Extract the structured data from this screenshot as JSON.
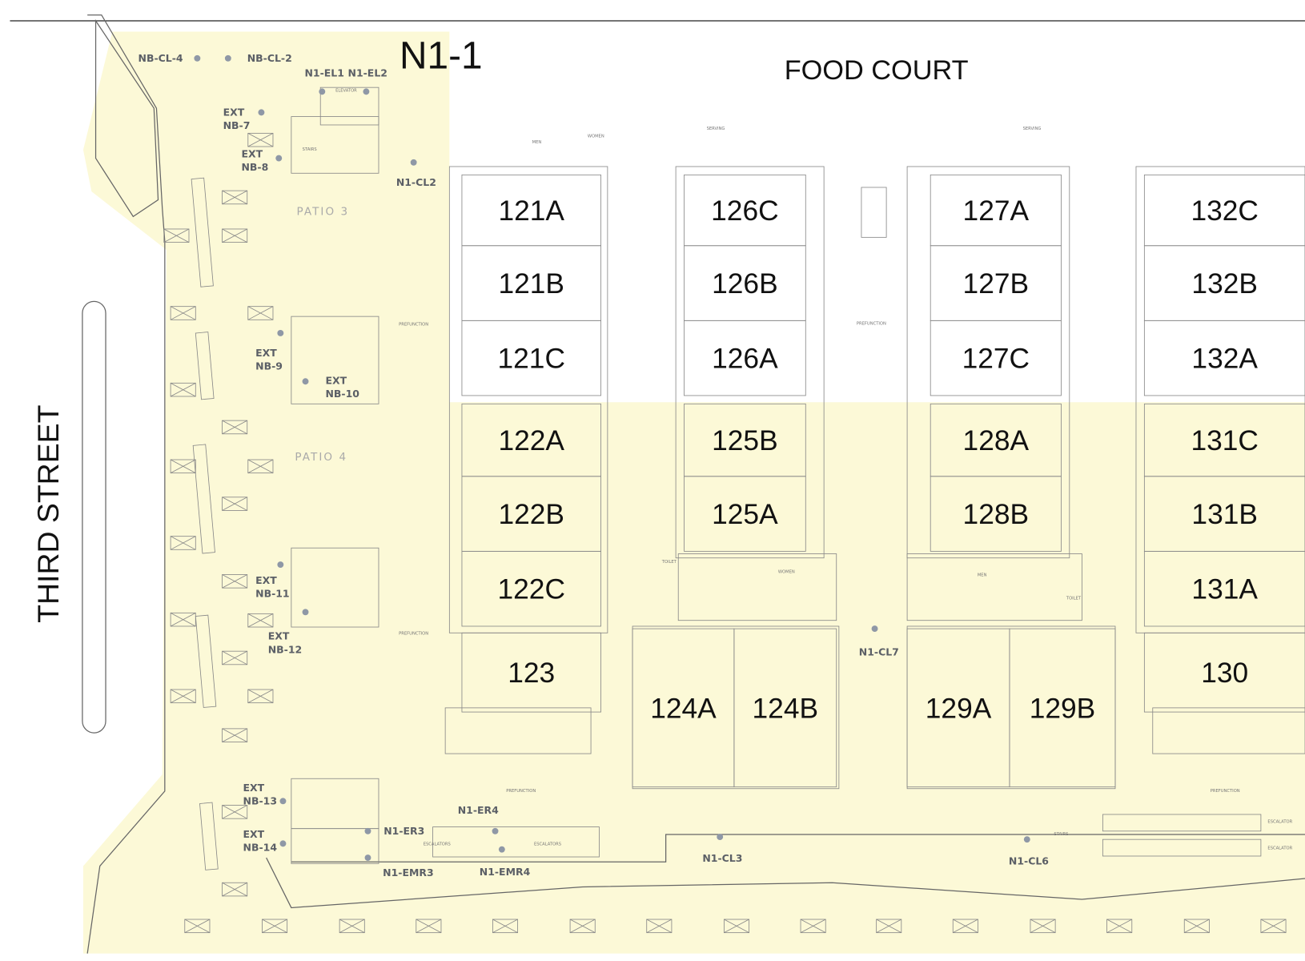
{
  "map": {
    "title": "N1-1",
    "food_court": "FOOD COURT",
    "street": "THIRD STREET",
    "colors": {
      "highlight": "#fcf9d7",
      "dot": "#8f98a6",
      "wall": "#666666"
    },
    "patios": [
      "PATIO 3",
      "PATIO 4"
    ],
    "rooms": [
      {
        "id": "121A"
      },
      {
        "id": "121B"
      },
      {
        "id": "121C"
      },
      {
        "id": "122A"
      },
      {
        "id": "122B"
      },
      {
        "id": "122C"
      },
      {
        "id": "123"
      },
      {
        "id": "126C"
      },
      {
        "id": "126B"
      },
      {
        "id": "126A"
      },
      {
        "id": "125B"
      },
      {
        "id": "125A"
      },
      {
        "id": "124A"
      },
      {
        "id": "124B"
      },
      {
        "id": "127A"
      },
      {
        "id": "127B"
      },
      {
        "id": "127C"
      },
      {
        "id": "128A"
      },
      {
        "id": "128B"
      },
      {
        "id": "129A"
      },
      {
        "id": "129B"
      },
      {
        "id": "132C"
      },
      {
        "id": "132B"
      },
      {
        "id": "132A"
      },
      {
        "id": "131C"
      },
      {
        "id": "131B"
      },
      {
        "id": "131A"
      },
      {
        "id": "130"
      }
    ],
    "points": [
      {
        "lines": [
          "NB-CL-4"
        ]
      },
      {
        "lines": [
          "NB-CL-2"
        ]
      },
      {
        "lines": [
          "N1-EL1"
        ]
      },
      {
        "lines": [
          "N1-EL2"
        ]
      },
      {
        "lines": [
          "EXT",
          "NB-7"
        ]
      },
      {
        "lines": [
          "EXT",
          "NB-8"
        ]
      },
      {
        "lines": [
          "N1-CL2"
        ]
      },
      {
        "lines": [
          "EXT",
          "NB-9"
        ]
      },
      {
        "lines": [
          "EXT",
          "NB-10"
        ]
      },
      {
        "lines": [
          "EXT",
          "NB-11"
        ]
      },
      {
        "lines": [
          "EXT",
          "NB-12"
        ]
      },
      {
        "lines": [
          "EXT",
          "NB-13"
        ]
      },
      {
        "lines": [
          "EXT",
          "NB-14"
        ]
      },
      {
        "lines": [
          "N1-ER3"
        ]
      },
      {
        "lines": [
          "N1-EMR3"
        ]
      },
      {
        "lines": [
          "N1-ER4"
        ]
      },
      {
        "lines": [
          "N1-EMR4"
        ]
      },
      {
        "lines": [
          "N1-CL3"
        ]
      },
      {
        "lines": [
          "N1-CL7"
        ]
      },
      {
        "lines": [
          "N1-CL6"
        ]
      }
    ],
    "small_labels": [
      "PREFUNCTION",
      "PREFUNCTION",
      "PREFUNCTION",
      "PREFUNCTION",
      "PREFUNCTION",
      "STAIRS",
      "ELEVATOR",
      "ESCALATORS",
      "ESCALATORS",
      "ESCALATOR",
      "ESCALATOR",
      "SERVING",
      "SERVING",
      "MEN",
      "WOMEN",
      "MEN",
      "WOMEN",
      "TOILET",
      "TOILET",
      "STAIRS"
    ]
  }
}
